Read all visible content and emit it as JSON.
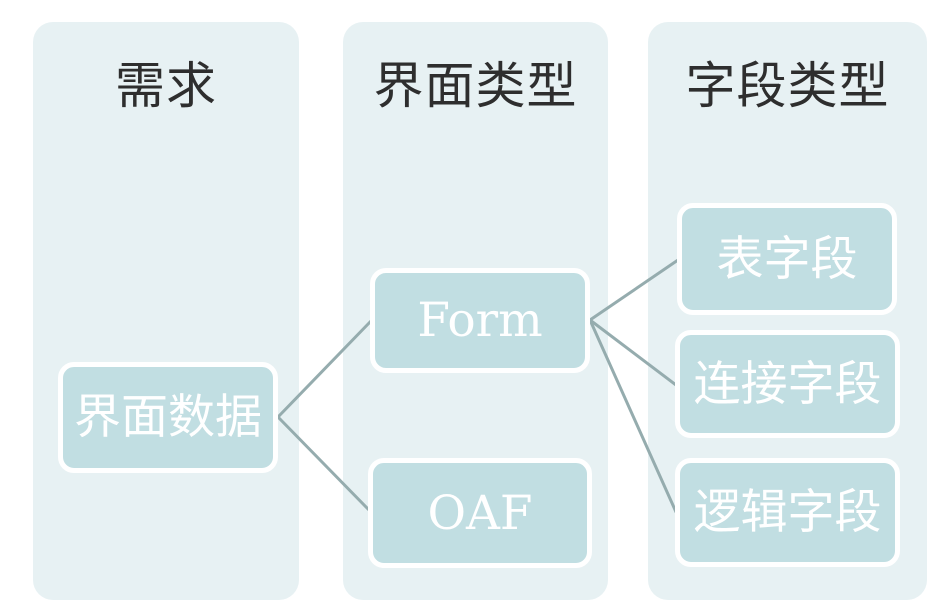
{
  "diagram": {
    "columns": [
      {
        "title": "需求",
        "nodes": [
          {
            "id": "interface-data",
            "label": "界面数据"
          }
        ]
      },
      {
        "title": "界面类型",
        "nodes": [
          {
            "id": "form",
            "label": "Form"
          },
          {
            "id": "oaf",
            "label": "OAF"
          }
        ]
      },
      {
        "title": "字段类型",
        "nodes": [
          {
            "id": "table-field",
            "label": "表字段"
          },
          {
            "id": "connect-field",
            "label": "连接字段"
          },
          {
            "id": "logic-field",
            "label": "逻辑字段"
          }
        ]
      }
    ],
    "edges": [
      {
        "from": "界面数据",
        "to": "Form"
      },
      {
        "from": "界面数据",
        "to": "OAF"
      },
      {
        "from": "Form",
        "to": "表字段"
      },
      {
        "from": "Form",
        "to": "连接字段"
      },
      {
        "from": "Form",
        "to": "逻辑字段"
      }
    ],
    "colors": {
      "page_bg": "#ffffff",
      "panel_bg": "#e7f1f3",
      "node_bg": "#c1dee2",
      "node_border": "#ffffff",
      "node_text": "#ffffff",
      "title_text": "#2e2e2e",
      "edge": "#95acae"
    }
  }
}
